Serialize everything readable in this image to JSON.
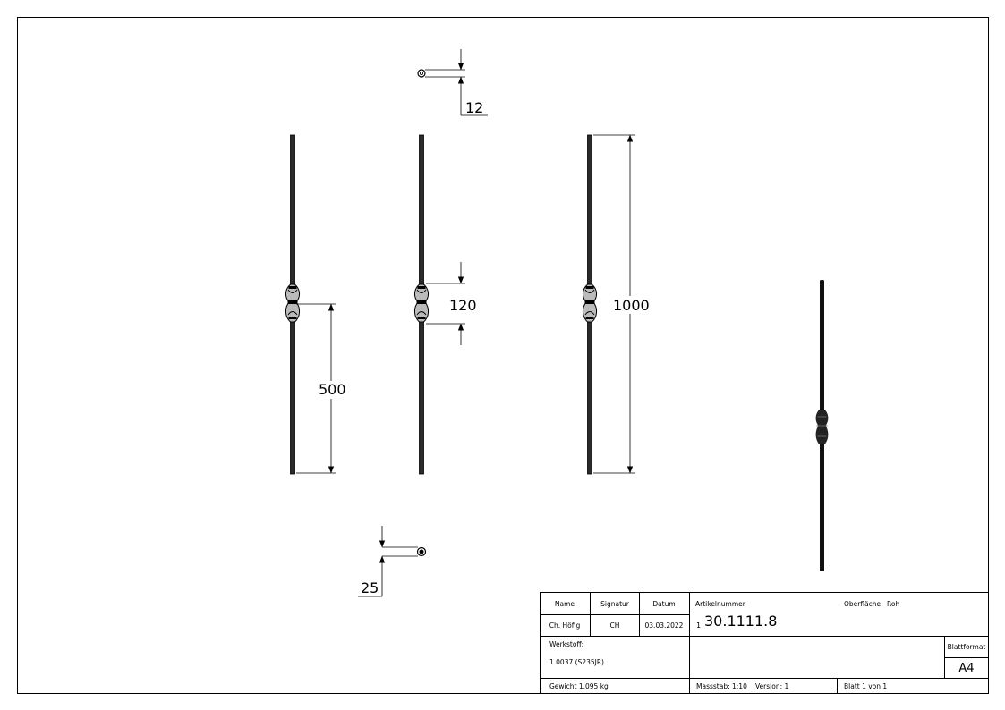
{
  "dimensions": {
    "rod_diameter": "12",
    "ornament_diameter": "25",
    "ornament_height_position": "500",
    "ornament_length": "120",
    "total_length": "1000"
  },
  "title_block": {
    "col_name": "Name",
    "col_signature": "Signatur",
    "col_date": "Datum",
    "name_value": "Ch. Höfig",
    "signature_value": "CH",
    "date_value": "03.03.2022",
    "article_label": "Artikelnummer",
    "article_prefix": "1",
    "article_value": "30.1111.8",
    "surface_label": "Oberfläche:",
    "surface_value": "Roh",
    "material_label": "Werkstoff:",
    "material_value": "1.0037 (S235JR)",
    "sheet_format_label": "Blattformat",
    "sheet_format_value": "A4",
    "weight_text": "Gewicht 1.095 kg",
    "scale_text": "Massstab: 1:10",
    "version_text": "Version: 1",
    "sheet_text": "Blatt 1 von 1"
  }
}
